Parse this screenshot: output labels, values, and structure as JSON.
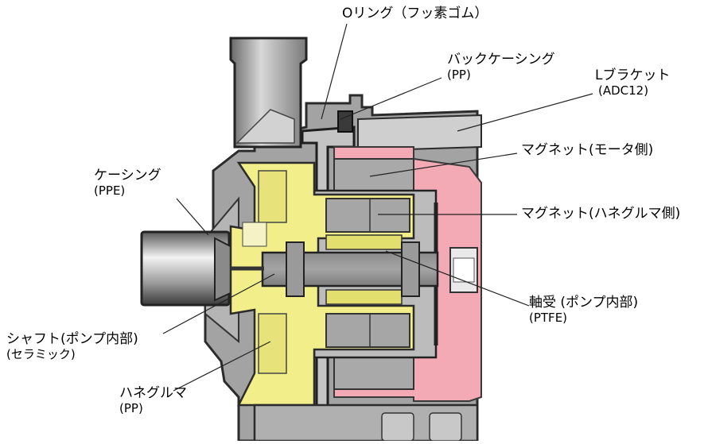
{
  "labels": {
    "o_ring": "Oリング（フッ素ゴム）",
    "back_casing": "バックケーシング",
    "back_casing_material": "(PP)",
    "l_bracket": "Lブラケット",
    "l_bracket_material": "(ADC12)",
    "magnet_motor": "マグネット(モータ側)",
    "casing": "ケーシング",
    "casing_material": "(PPE)",
    "magnet_impeller": "マグネット(ハネグルマ側)",
    "bearing": "軸受 (ポンプ内部)",
    "bearing_material": "(PTFE)",
    "shaft": "シャフト(ポンプ内部)",
    "shaft_material": "(セラミック)",
    "impeller": "ハネグルマ",
    "impeller_material": "(PP)"
  },
  "colors": {
    "gray_body": "#a9a9a9",
    "dark_section": "#2b2b2b",
    "impeller_yellow": "#f2ee8a",
    "motor_pink": "#f2aab4",
    "leader_line": "#222222"
  }
}
